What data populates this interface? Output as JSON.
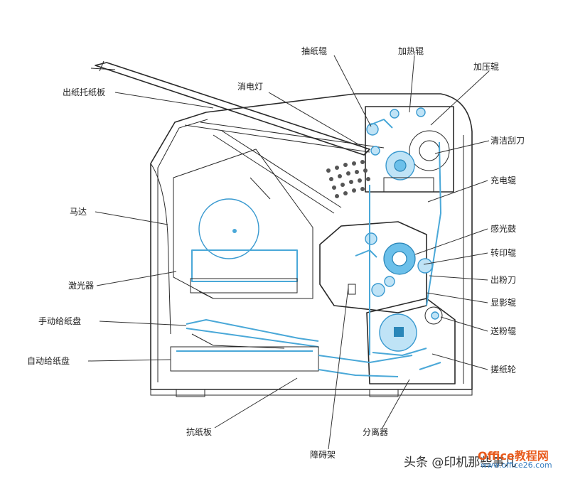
{
  "labels": {
    "output_tray": "出纸托纸板",
    "pickup_roller_top": "抽纸辊",
    "heat_roller": "加热辊",
    "pressure_roller": "加压辊",
    "erase_lamp": "消电灯",
    "cleaning_blade": "清洁刮刀",
    "charge_roller": "充电辊",
    "motor": "马达",
    "drum": "感光鼓",
    "transfer_roller": "转印辊",
    "doctor_blade": "出粉刀",
    "laser": "激光器",
    "developer_roller": "显影辊",
    "manual_tray": "手动给纸盘",
    "toner_roller": "送粉辊",
    "auto_tray": "自动给纸盘",
    "feed_wheel": "搓纸轮",
    "separation_pad": "抗纸板",
    "separator": "分离器",
    "fault_frame": "障碍架"
  },
  "watermark": {
    "author": "头条 @印机那些事儿",
    "brand": "Office教程网",
    "url": "www.office26.com"
  }
}
